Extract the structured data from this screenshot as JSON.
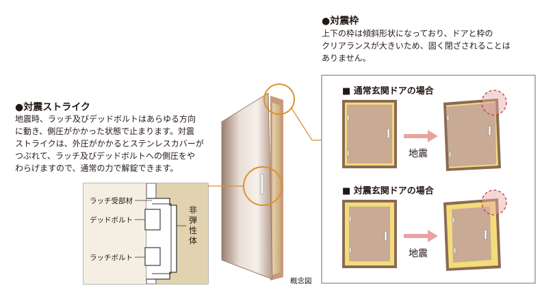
{
  "frame_section": {
    "heading": "●対震枠",
    "body": "上下の枠は傾斜形状になっており、ドアと枠の\nクリアランスが大きいため、固く閉ざされることは\nありません。"
  },
  "strike_section": {
    "heading": "●対震ストライク",
    "body": "地震時、ラッチ及びデッドボルトはあらゆる方向\nに動き、側圧がかかった状態で止まります。対震\nストライクは、外圧がかかるとステンレスカバーが\nつぶれて、ラッチ及びデッドボルトへの側圧をや\nわらげますので、通常の力で解錠できます。"
  },
  "strike_diagram": {
    "labels": {
      "latch_receiver": "ラッチ受部材",
      "deadbolt": "デッドボルト",
      "latch_bolt": "ラッチボルト",
      "inelastic_body": "非弾性体"
    }
  },
  "comparison_box": {
    "normal_case": {
      "title": "■ 通常玄関ドアの場合",
      "arrow_label": "地震"
    },
    "seismic_case": {
      "title": "■ 対震玄関ドアの場合",
      "arrow_label": "地震"
    }
  },
  "caption": "概念図",
  "colors": {
    "accent_orange": "#d9922e",
    "door_panel": "#c9aa95",
    "frame_brown": "#8a6a55",
    "pink_arrow": "#e8a3a0",
    "highlight_circle": "#e6a8a8",
    "clearance_yellow": "#f3dc7a",
    "inelastic_fill": "#e2d3b0",
    "strike_bg": "#f5eee2"
  }
}
